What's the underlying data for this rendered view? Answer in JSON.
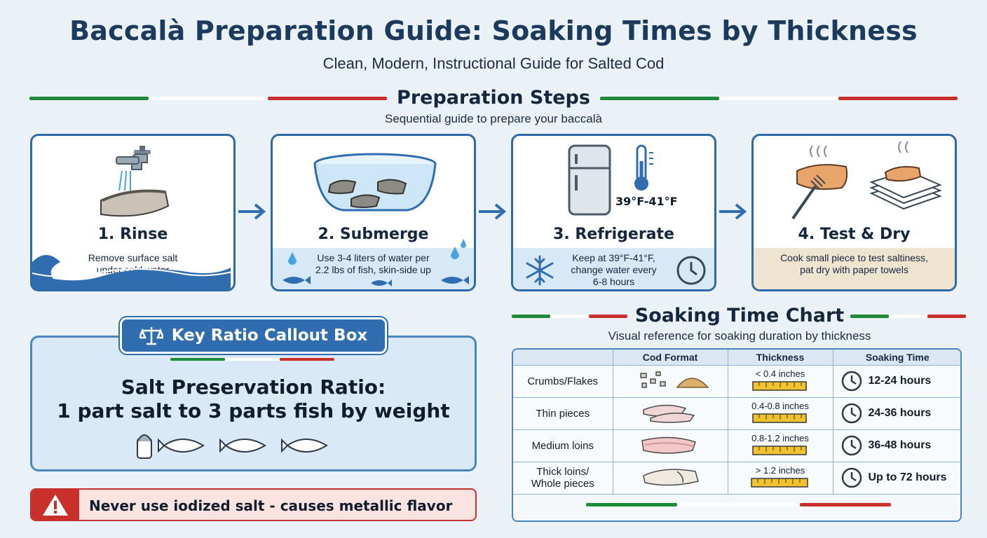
{
  "header": {
    "title": "Baccalà Preparation Guide: Soaking Times by Thickness",
    "subtitle": "Clean, Modern, Instructional Guide for Salted Cod"
  },
  "steps_section": {
    "title": "Preparation Steps",
    "subtitle": "Sequential guide to prepare your baccalà",
    "steps": [
      {
        "name": "1. Rinse",
        "desc_line1": "Remove surface salt",
        "desc_line2": "under cold water",
        "icon": "faucet-icon"
      },
      {
        "name": "2. Submerge",
        "desc_line1": "Use 3-4 liters of water per",
        "desc_line2": "2.2 lbs of fish, skin-side up",
        "icon": "bowl-icon"
      },
      {
        "name": "3. Refrigerate",
        "temp_label": "39°F-41°F",
        "desc_line1": "Keep at 39°F-41°F,",
        "desc_line2": "change water every",
        "desc_line3": "6-8 hours",
        "icon": "fridge-icon"
      },
      {
        "name": "4. Test & Dry",
        "desc_line1": "Cook small piece to test saltiness,",
        "desc_line2": "pat dry with paper towels",
        "icon": "fork-icon"
      }
    ]
  },
  "callout": {
    "label": "Key Ratio Callout Box",
    "ratio_line1": "Salt Preservation Ratio:",
    "ratio_line2": "1 part salt to 3 parts fish by weight",
    "warning": "Never use iodized salt - causes metallic flavor"
  },
  "chart_section": {
    "title": "Soaking Time Chart",
    "subtitle": "Visual reference for soaking duration by thickness"
  },
  "chart_data": {
    "type": "table",
    "columns": [
      "",
      "Cod Format",
      "Thickness",
      "Soaking Time"
    ],
    "rows": [
      {
        "format": "Crumbs/Flakes",
        "thickness": "< 0.4 inches",
        "time": "12-24 hours"
      },
      {
        "format": "Thin pieces",
        "thickness": "0.4-0.8 inches",
        "time": "24-36 hours"
      },
      {
        "format": "Medium loins",
        "thickness": "0.8-1.2 inches",
        "time": "36-48 hours"
      },
      {
        "format": "Thick loins/ Whole pieces",
        "format_line1": "Thick loins/",
        "format_line2": "Whole pieces",
        "thickness": "> 1.2 inches",
        "time": "Up to 72 hours"
      }
    ]
  },
  "colors": {
    "accent_blue": "#2e6aa8",
    "flag_green": "#1f8a3b",
    "flag_red": "#c9302c",
    "title_navy": "#1b3a5e"
  }
}
